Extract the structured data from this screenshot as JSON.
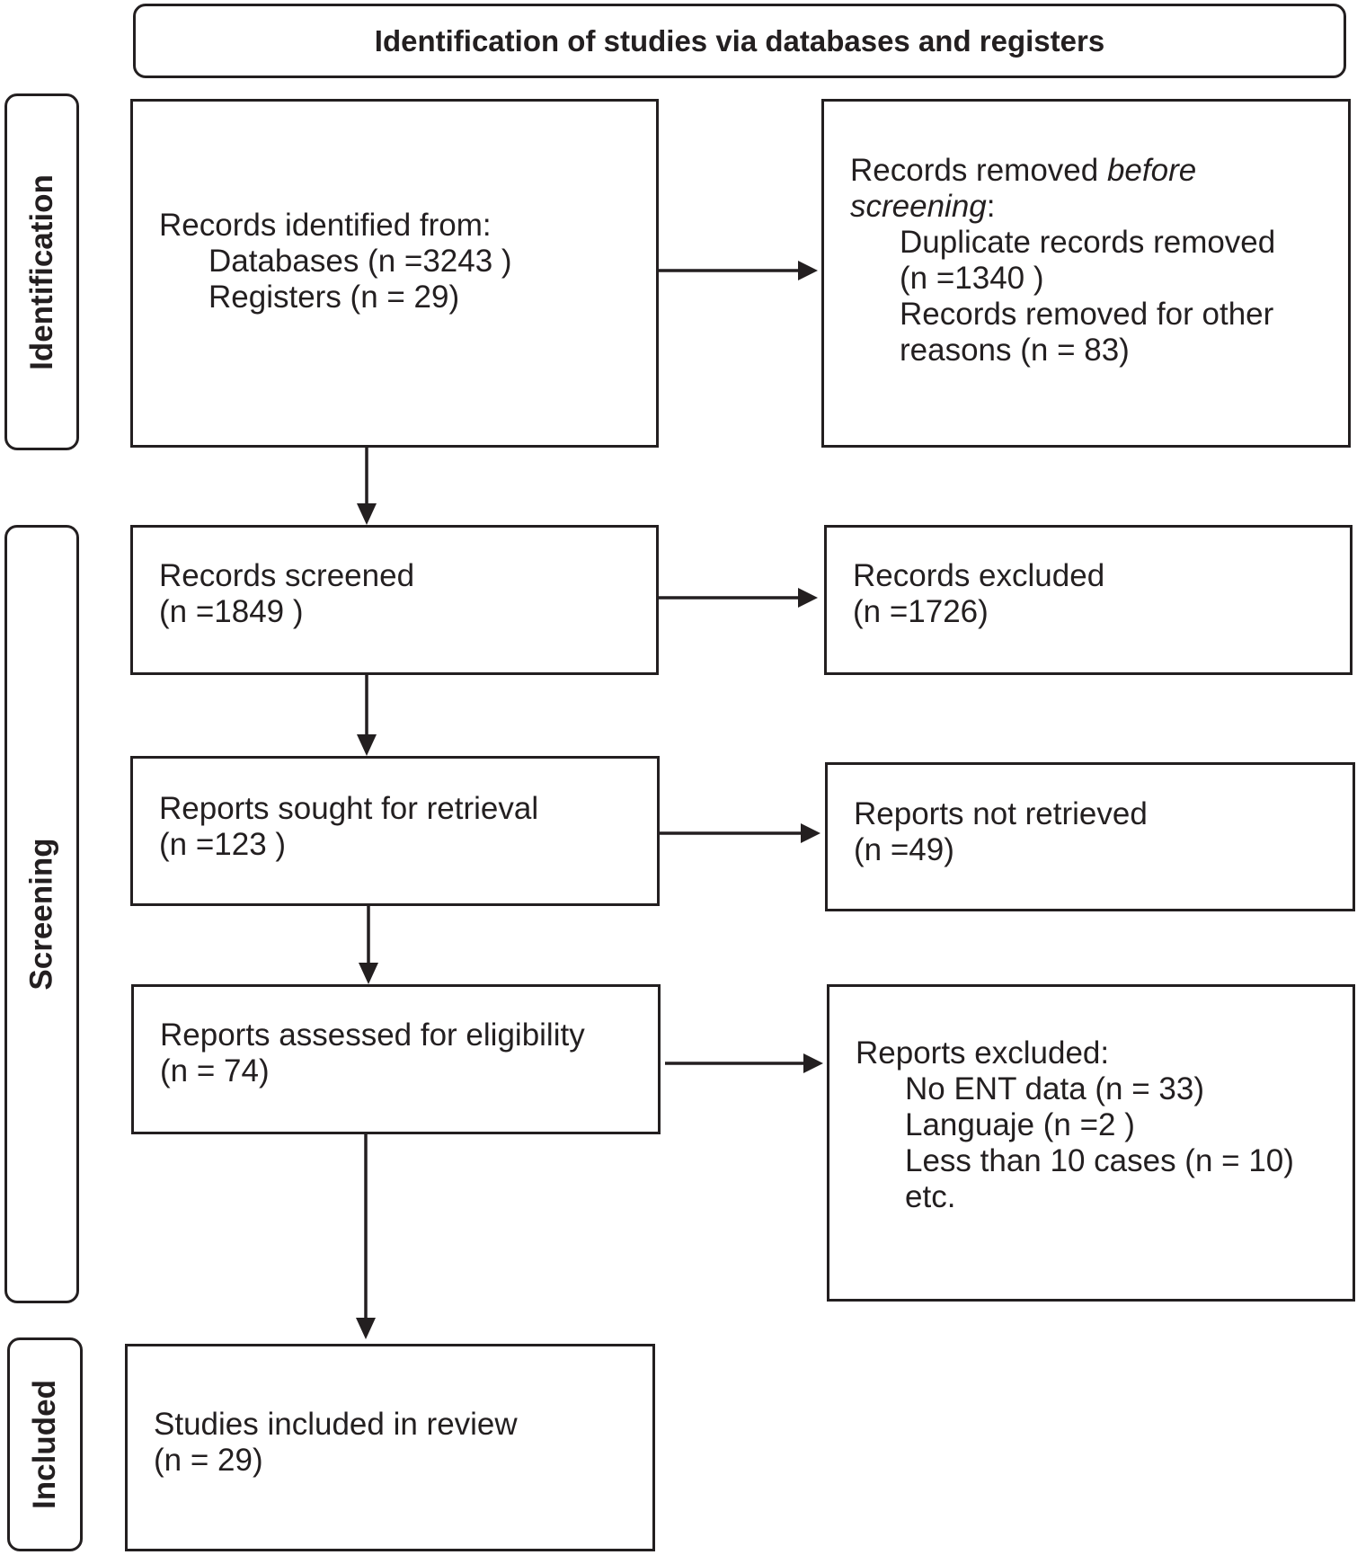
{
  "header": "Identification of studies via databases and registers",
  "phases": {
    "identification": "Identification",
    "screening": "Screening",
    "included": "Included"
  },
  "identified": {
    "title": "Records identified from:",
    "databases": "Databases (n =3243 )",
    "registers": "Registers (n = 29)"
  },
  "removed": {
    "title_prefix": "Records removed ",
    "title_italic": "before",
    "title_italic2": "screening",
    "title_suffix": ":",
    "duplicates_line1": "Duplicate records removed",
    "duplicates_line2": "(n =1340 )",
    "other_line1": "Records removed for other",
    "other_line2": "reasons (n = 83)"
  },
  "screened": {
    "label": "Records screened",
    "count": "(n =1849 )"
  },
  "excluded_records": {
    "label": "Records excluded",
    "count": "(n =1726)"
  },
  "sought": {
    "label": "Reports sought for retrieval",
    "count": "(n =123 )"
  },
  "not_retrieved": {
    "label": "Reports not retrieved",
    "count": "(n =49)"
  },
  "assessed": {
    "label": "Reports assessed for eligibility",
    "count": "(n = 74)"
  },
  "reports_excluded": {
    "title": "Reports excluded:",
    "items": [
      "No ENT data (n = 33)",
      "Languaje (n =2 )",
      "Less than 10 cases (n = 10)",
      "etc."
    ]
  },
  "included_studies": {
    "label": "Studies included in review",
    "count": "(n = 29)"
  }
}
